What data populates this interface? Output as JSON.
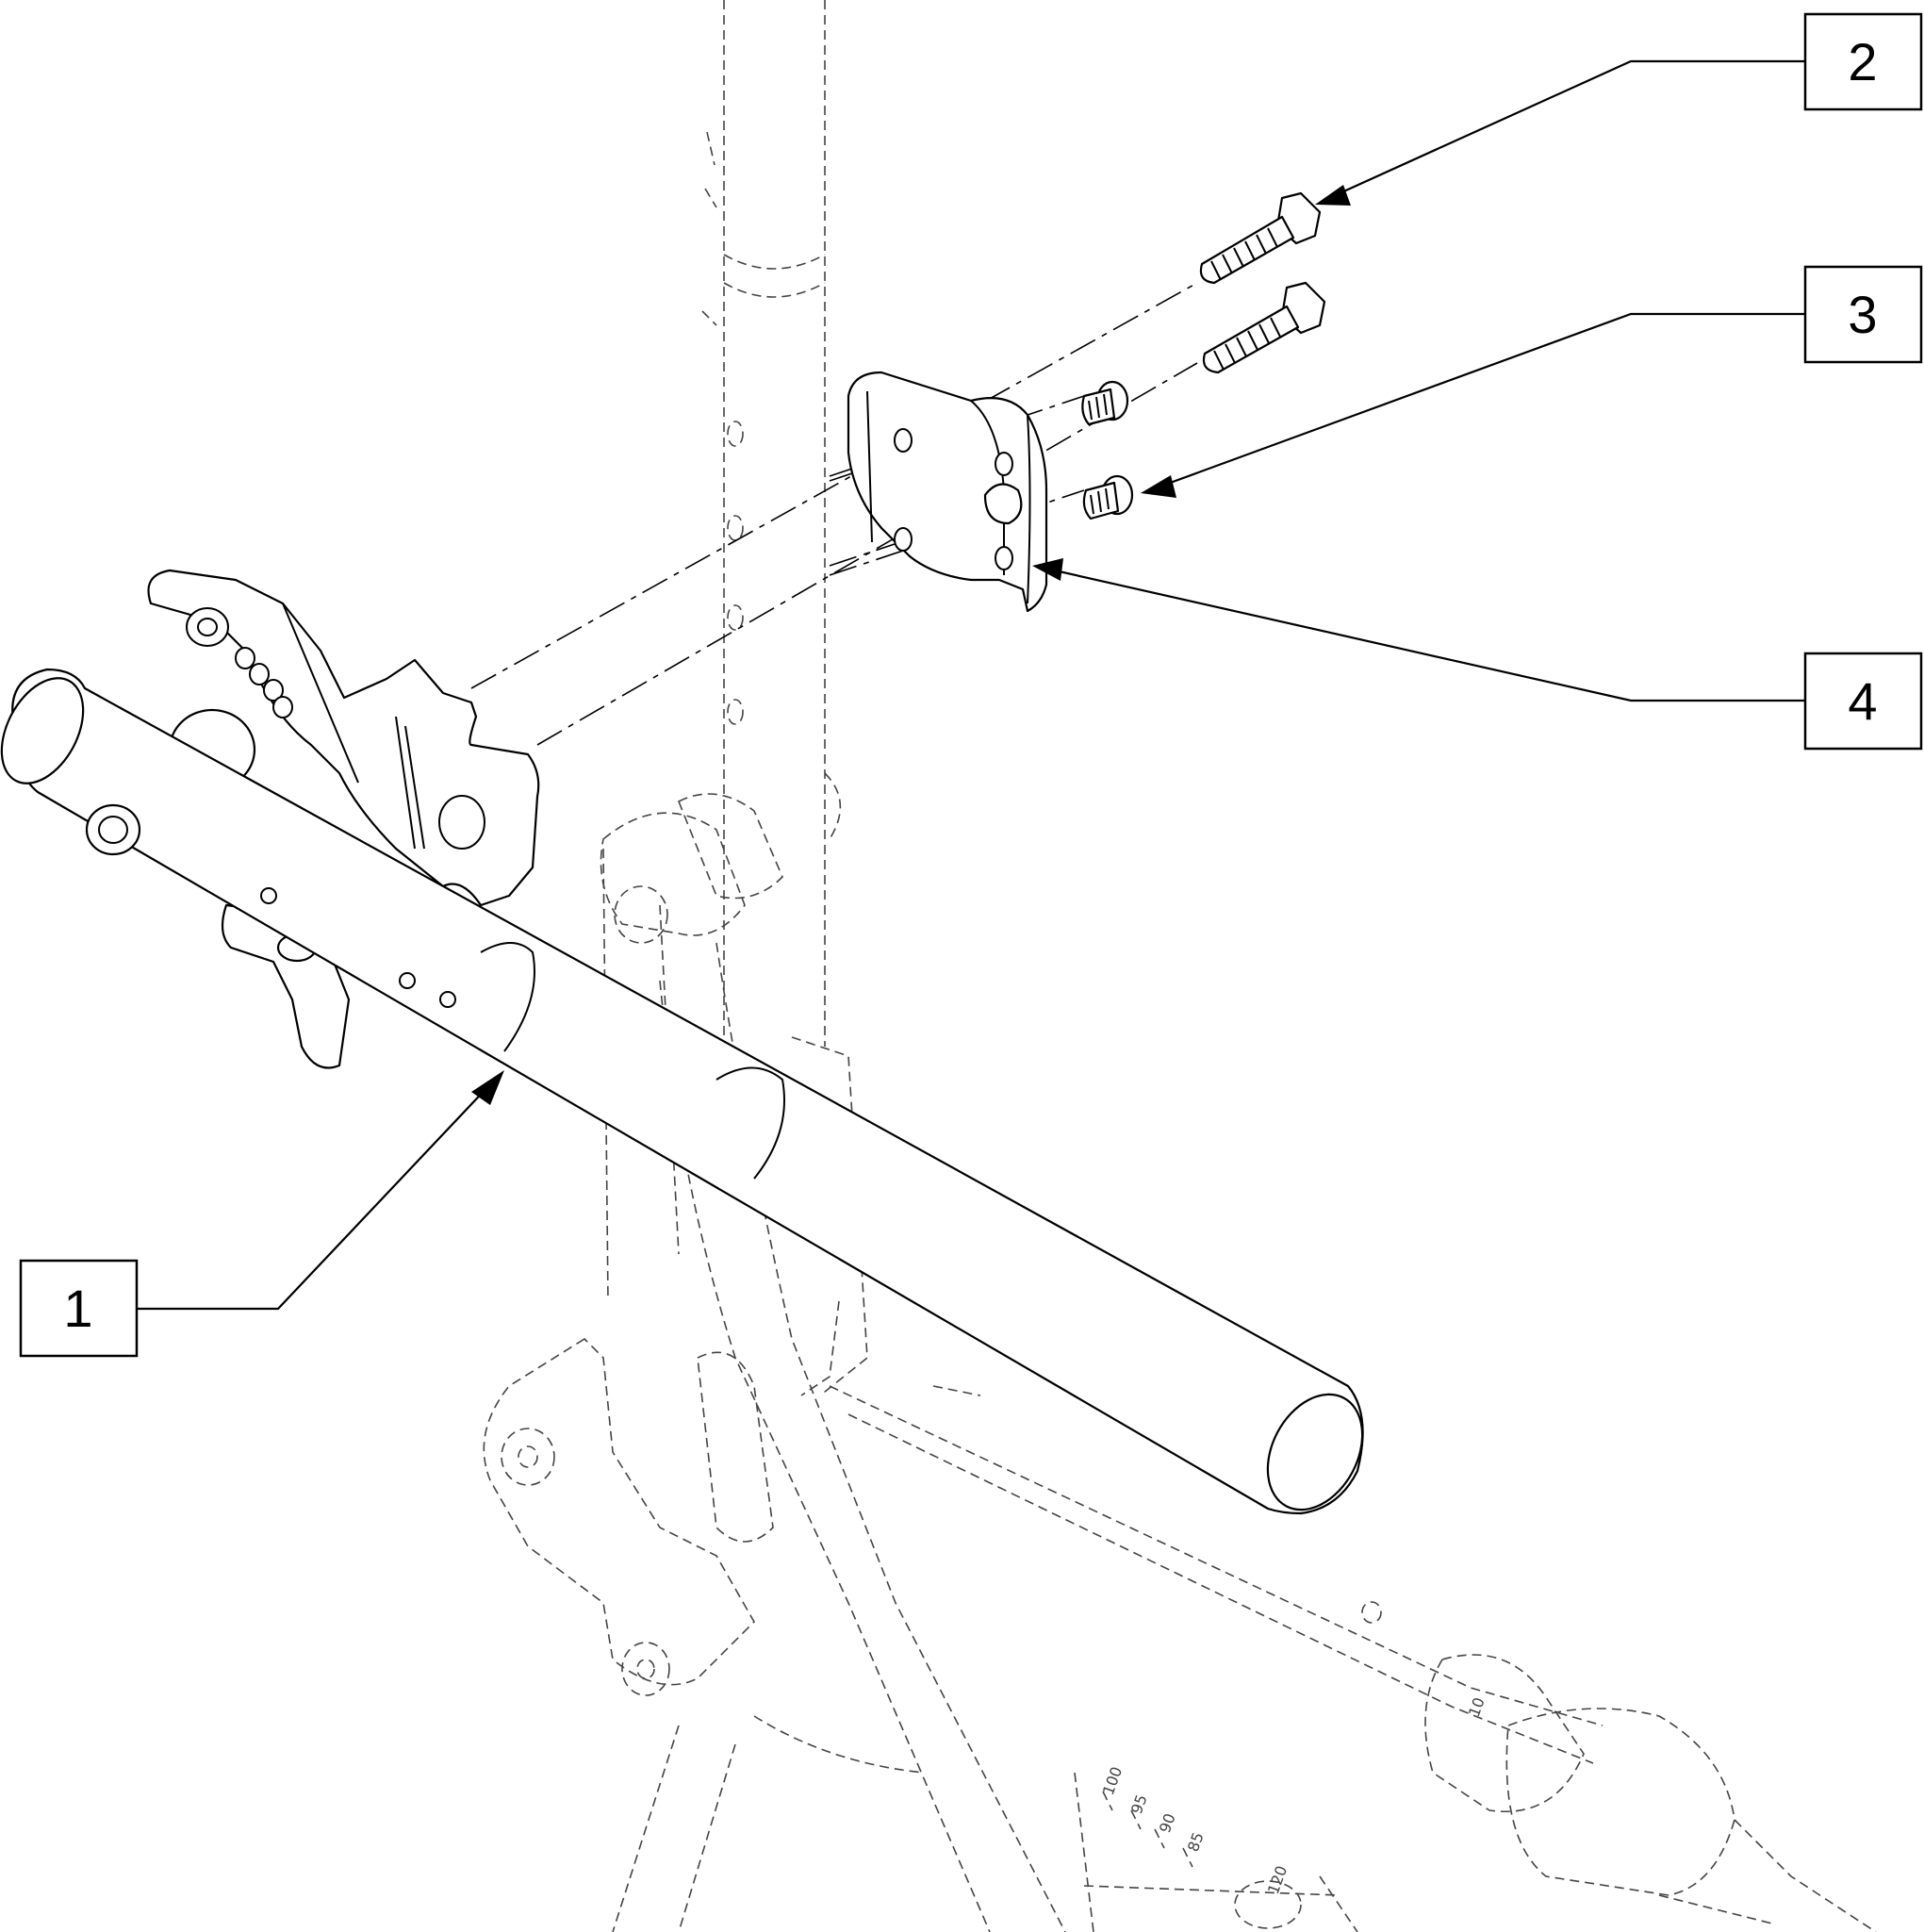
{
  "callouts": [
    {
      "number": "1"
    },
    {
      "number": "2"
    },
    {
      "number": "3"
    },
    {
      "number": "4"
    }
  ],
  "frame_markings": {
    "scale": [
      "100",
      "95",
      "90",
      "85",
      "120"
    ],
    "tag": "10"
  },
  "colors": {
    "line": "#000000",
    "ghost_line": "#444444",
    "background": "#ffffff"
  }
}
